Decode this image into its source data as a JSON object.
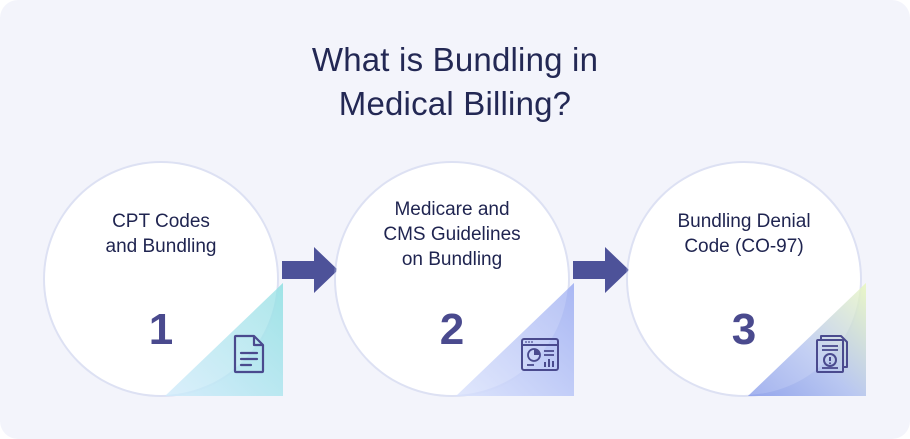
{
  "title": {
    "line1": "What is Bundling in",
    "line2": "Medical Billing?"
  },
  "steps": [
    {
      "lines": [
        "CPT Codes",
        "and Bundling"
      ],
      "number": "1",
      "icon": "document-icon",
      "corner_colors": [
        "#9fe3e6",
        "#cfe9fb"
      ]
    },
    {
      "lines": [
        "Medicare and",
        "CMS Guidelines",
        "on Bundling"
      ],
      "number": "2",
      "icon": "chart-report-icon",
      "corner_colors": [
        "#aab8f4",
        "#d7e0fb"
      ]
    },
    {
      "lines": [
        "Bundling Denial",
        "Code (CO-97)"
      ],
      "number": "3",
      "icon": "denial-document-icon",
      "corner_colors": [
        "#e6f6c6",
        "#9fb0ee"
      ]
    }
  ],
  "colors": {
    "background": "#f3f4fb",
    "title_text": "#232854",
    "number_text": "#4a4a8e",
    "arrow": "#4d5299"
  }
}
